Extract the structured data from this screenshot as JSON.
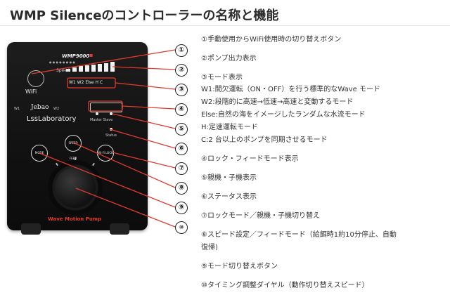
{
  "title": "WMP Silenceのコントローラーの名称と機能",
  "device": {
    "model": "WMP9000",
    "speed_label": "Speed",
    "wifi_label": "WiFi",
    "mode_labels": "W1  W2  Else  H   C",
    "w1_label": "W1",
    "w2_label": "W2",
    "brand_top": "Jebao",
    "brand_bottom": "LssLaboratory",
    "master_slave_label": "Master Slave",
    "status_label": "Status",
    "btn_mode": "MODE",
    "btn_speed": "SPEED FEED",
    "btn_lock": "Wi-Fi LOCK",
    "pump_label": "Wave Motion Pump"
  },
  "callouts": [
    "①",
    "②",
    "③",
    "④",
    "⑤",
    "⑥",
    "⑦",
    "⑧",
    "⑨",
    "⑩"
  ],
  "descriptions": [
    "①手動使用からWiFi使用時の切り替えボタン",
    "②ポンプ出力表示",
    "③モード表示",
    "W1:間欠運転（ON・OFF）を行う標準的なWave モード",
    "W2:段階的に高速→低速→高速と変動するモード",
    "Else:自然の海をイメージしたランダムな水流モード",
    "H:定速運転モード",
    "C:2 台以上のポンプを同期させるモード",
    "④ロック・フィードモード表示",
    "⑤親機・子機表示",
    "⑥ステータス表示",
    "⑦ロックモード／親機・子機切り替え",
    "⑧スピード設定／フィードモード（給餌時1約10分停止、自動",
    "復帰)",
    "⑨モード切り替えボタン",
    "⑩タイミング調整ダイヤル（動作切り替えスピード）"
  ],
  "colors": {
    "accent_red": "#e23b2e",
    "callout_line": "#e23b2e"
  }
}
